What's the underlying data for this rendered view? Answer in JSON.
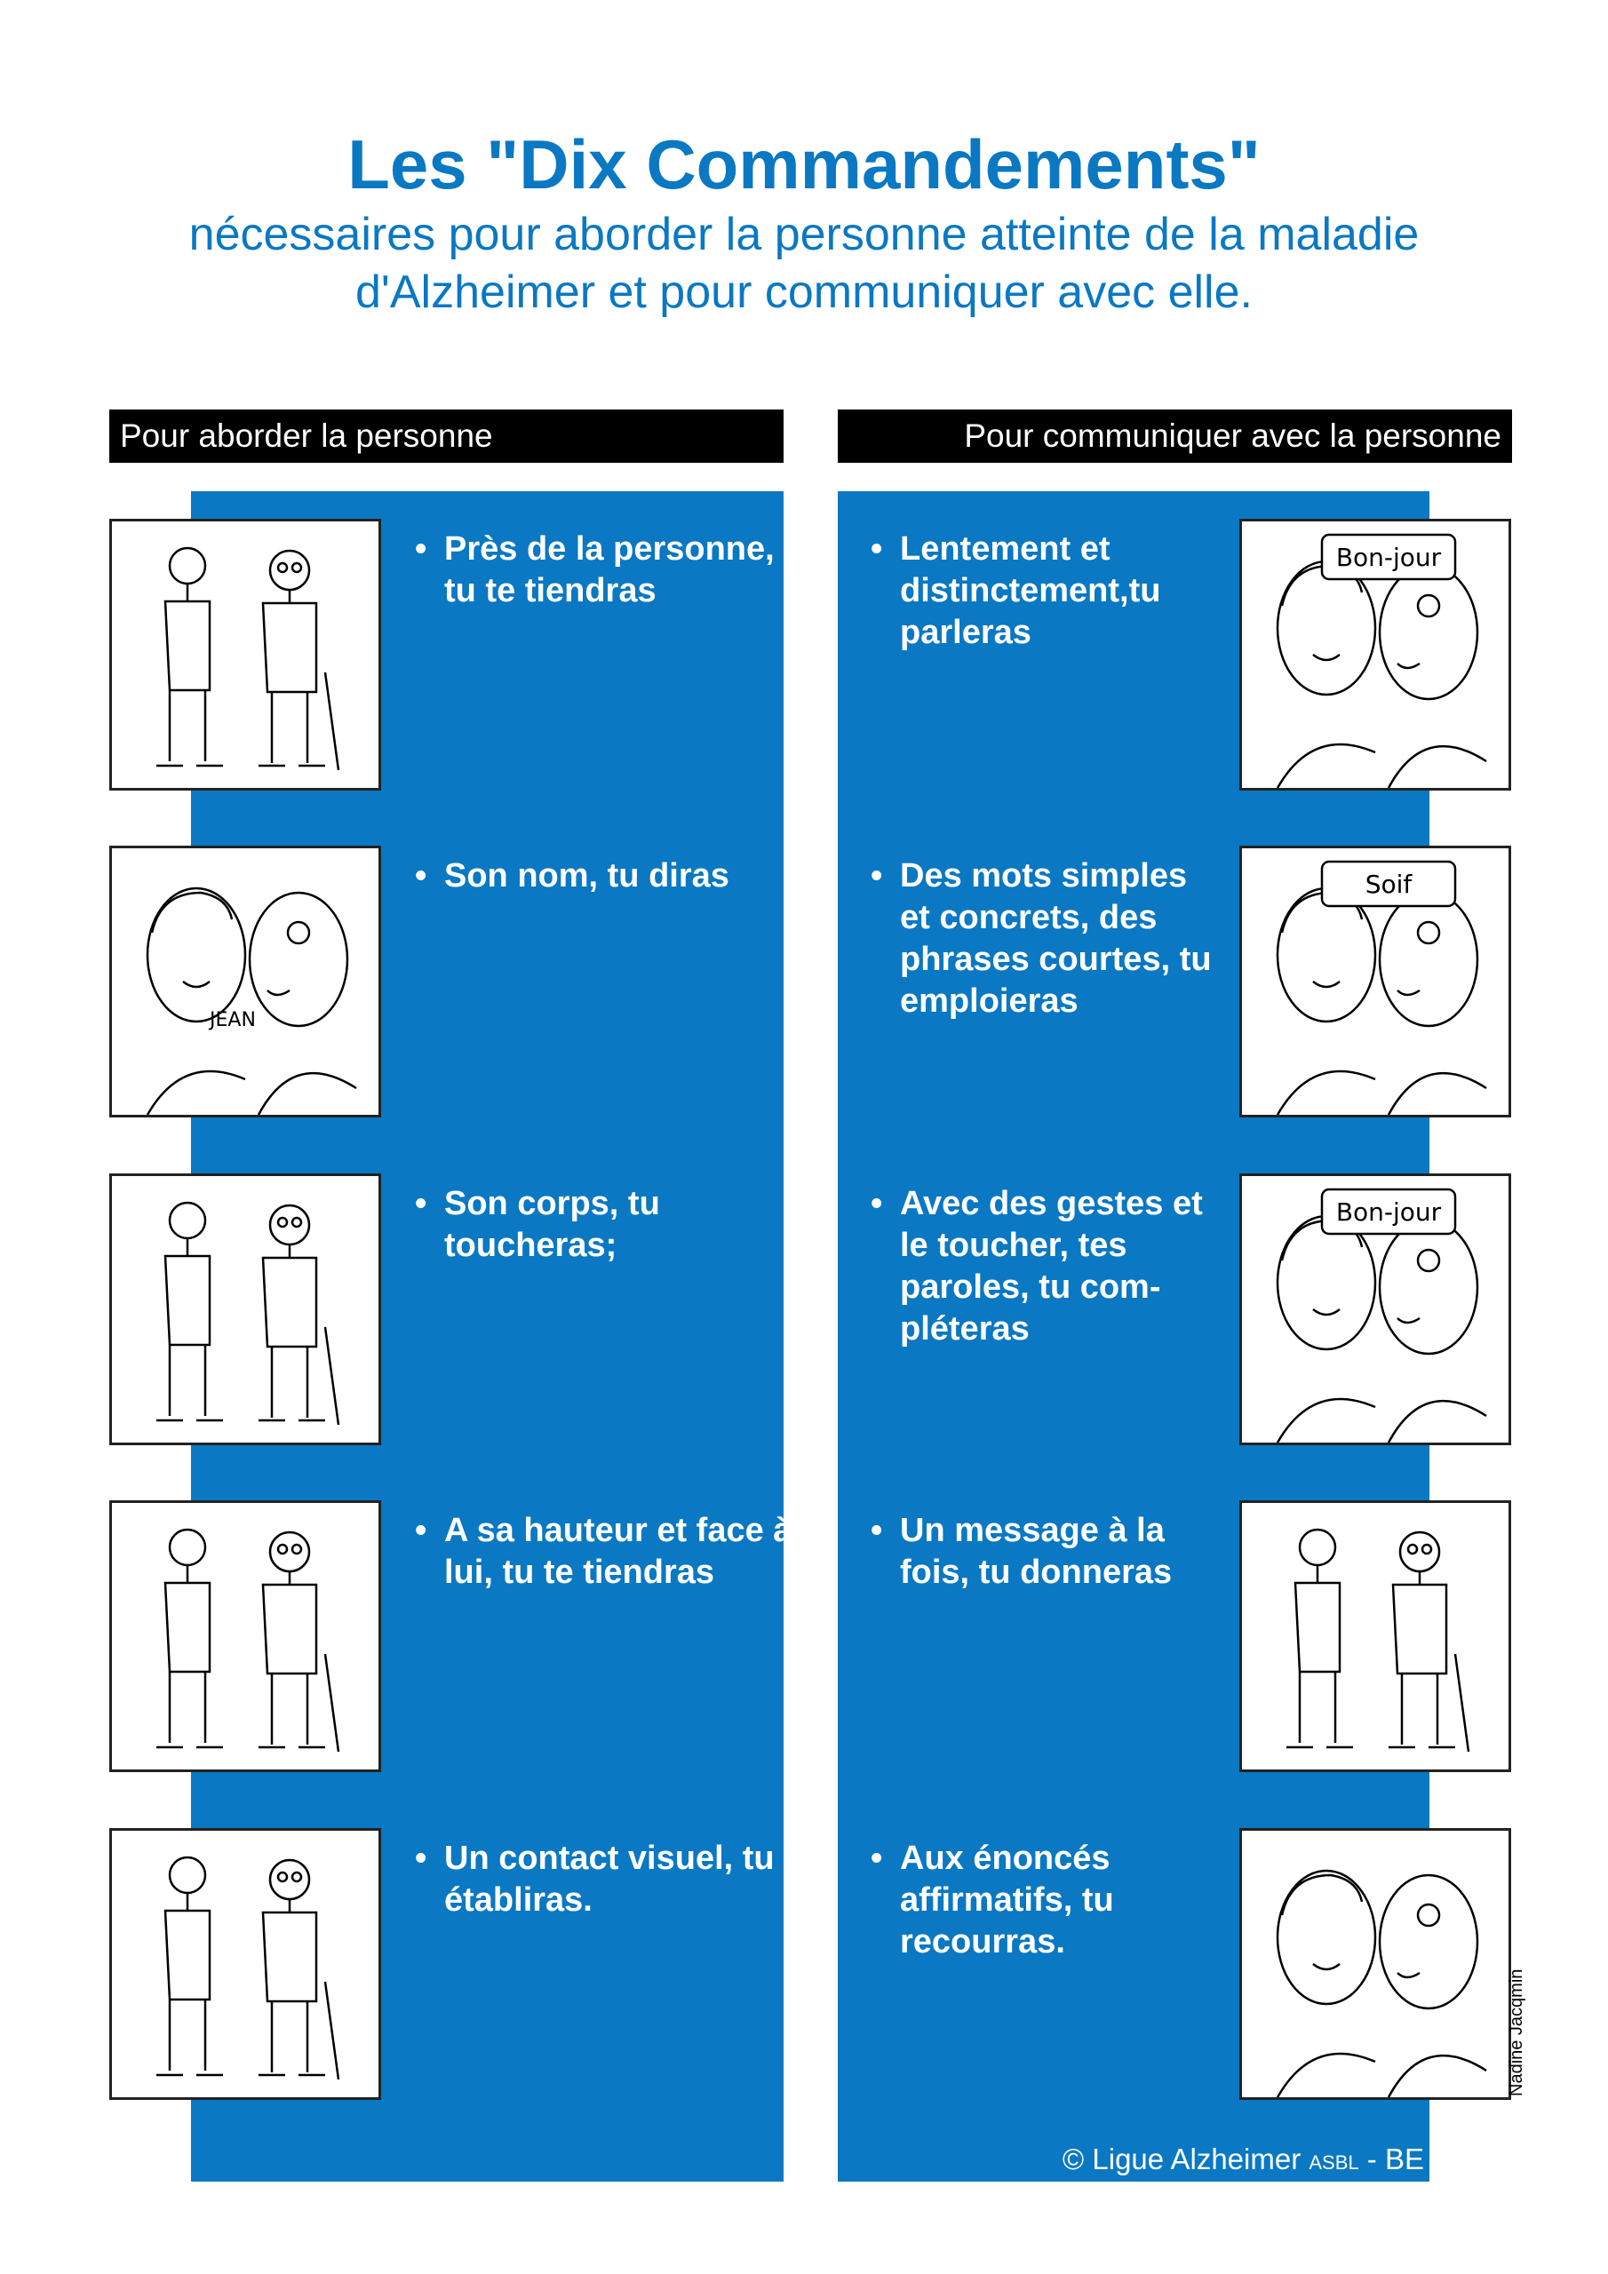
{
  "title": "Les \"Dix Commandements\"",
  "subtitle_line1": "nécessaires pour aborder la personne atteinte de la maladie",
  "subtitle_line2": "d'Alzheimer et pour communiquer avec elle.",
  "left": {
    "header": "Pour aborder la personne",
    "items": [
      {
        "text": "Près de la personne, tu te tiendras"
      },
      {
        "text": "Son nom, tu diras"
      },
      {
        "text": "Son corps, tu toucheras;"
      },
      {
        "text": "A sa hauteur et face à lui, tu te tiendras"
      },
      {
        "text": "Un contact visuel, tu établiras."
      }
    ]
  },
  "right": {
    "header": "Pour communiquer avec la personne",
    "items": [
      {
        "text": "Lentement et distinctement,tu parleras",
        "bubble": "Bon-jour"
      },
      {
        "text": "Des mots simples et concrets, des phrases courtes, tu emploieras",
        "bubble": "Soif"
      },
      {
        "text": "Avec des gestes et le toucher, tes paroles, tu com-pléteras",
        "bubble": "Bon-jour"
      },
      {
        "text": "Un message à la fois, tu donneras"
      },
      {
        "text": "Aux énoncés affirmatifs, tu recourras."
      }
    ]
  },
  "bullet": "•",
  "jean_label": "JEAN",
  "copyright": "© Ligue Alzheimer",
  "copyright_small": "ASBL",
  "copyright_suffix": " -  BE",
  "credit": "Nadine Jacqmin",
  "colors": {
    "accent": "#0a78c2",
    "header_bg": "#000000"
  }
}
